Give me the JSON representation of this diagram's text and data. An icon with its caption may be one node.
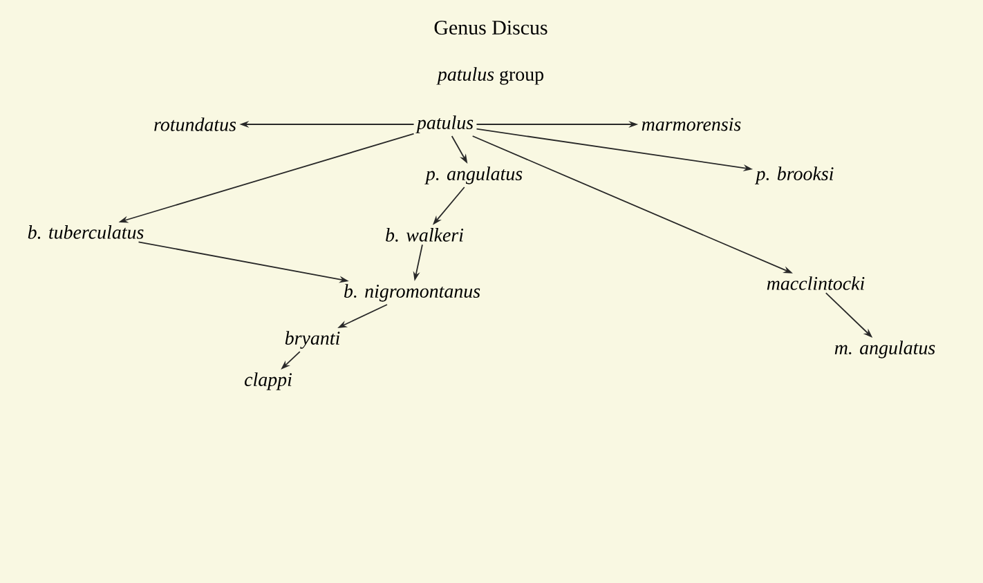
{
  "diagram": {
    "title": "Genus Discus",
    "nodes": [
      {
        "text": [
          "rotundatus"
        ]
      },
      {
        "text": [
          "patulus"
        ]
      },
      {
        "text": [
          "marmorensis"
        ]
      },
      {
        "text": [
          "p. angulatus"
        ]
      },
      {
        "text": [
          "p. brooksi"
        ]
      },
      {
        "text": [
          "b. tuberculatus"
        ]
      },
      {
        "text": [
          "b. walkeri"
        ]
      },
      {
        "text": [
          "macclintocki"
        ]
      },
      {
        "text": [
          "b. nigromontanus"
        ]
      },
      {
        "text": [
          "m. angulatus"
        ]
      },
      {
        "text": [
          "bryanti"
        ]
      },
      {
        "text": [
          "clappi"
        ]
      }
    ],
    "edges": [
      {
        "from": 1,
        "to": 0,
        "arrow": "to"
      },
      {
        "from": 1,
        "to": 2,
        "arrow": "to"
      },
      {
        "from": 1,
        "to": 3,
        "arrow": "to"
      },
      {
        "from": 1,
        "to": 4,
        "arrow": "to"
      },
      {
        "from": 1,
        "to": 5,
        "arrow": "to"
      },
      {
        "from": 1,
        "to": 7,
        "arrow": "to"
      },
      {
        "from": 3,
        "to": 6,
        "arrow": "to"
      },
      {
        "from": 5,
        "to": 8,
        "arrow": "to"
      },
      {
        "from": 6,
        "to": 8,
        "arrow": "to"
      },
      {
        "from": 7,
        "to": 9,
        "arrow": "to"
      },
      {
        "from": 8,
        "to": 10,
        "arrow": "to"
      },
      {
        "from": 10,
        "to": 11,
        "arrow": "to"
      }
    ],
    "labels": [
      "*patulus* group"
    ]
  }
}
